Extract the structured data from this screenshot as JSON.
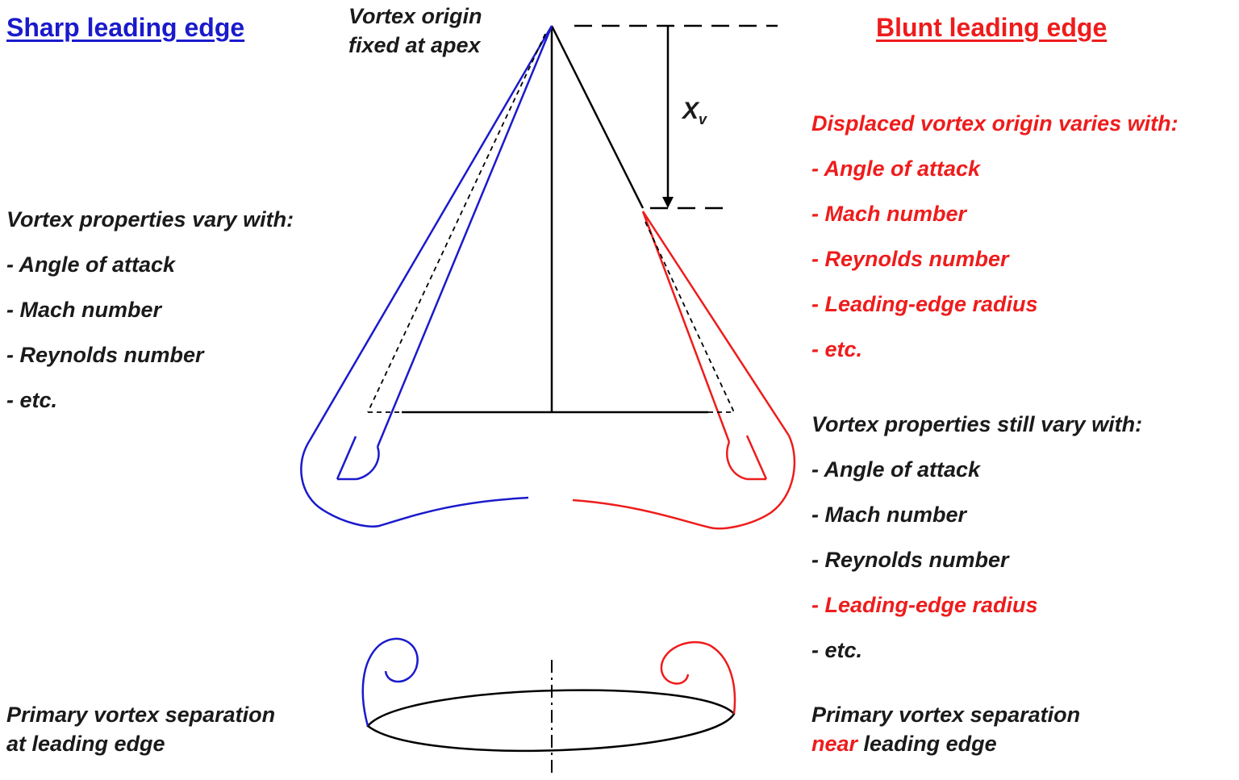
{
  "left": {
    "heading": "Sharp leading edge",
    "properties_title": "Vortex properties vary with:",
    "properties": [
      "- Angle of attack",
      "- Mach number",
      "- Reynolds number",
      "- etc."
    ],
    "separation_line1": "Primary vortex separation",
    "separation_line2": "at leading edge"
  },
  "apex": {
    "line1": "Vortex origin",
    "line2": "fixed at apex"
  },
  "displacement": {
    "symbol": "X",
    "subscript": "v"
  },
  "right": {
    "heading": "Blunt leading edge",
    "origin_title": "Displaced vortex origin varies with:",
    "origin_items": [
      "- Angle of attack",
      "- Mach number",
      "- Reynolds number",
      "- Leading-edge radius",
      "- etc."
    ],
    "properties_title": "Vortex properties still vary with:",
    "properties": [
      {
        "text": "- Angle of attack",
        "highlight": false
      },
      {
        "text": "- Mach number",
        "highlight": false
      },
      {
        "text": "- Reynolds number",
        "highlight": false
      },
      {
        "text": "- Leading-edge radius",
        "highlight": true
      },
      {
        "text": "- etc.",
        "highlight": false
      }
    ],
    "separation_line1": "Primary vortex separation",
    "separation_word": "near",
    "separation_rest": " leading edge"
  },
  "colors": {
    "sharp": "#1a1acc",
    "blunt": "#ee1c1c",
    "structure": "#000000"
  }
}
